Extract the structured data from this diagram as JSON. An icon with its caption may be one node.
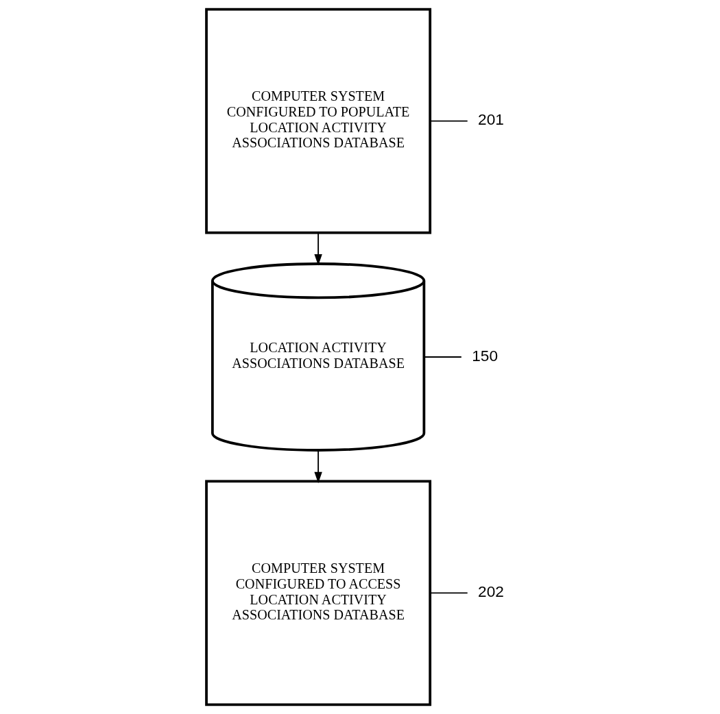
{
  "diagram": {
    "nodes": [
      {
        "text": [
          "COMPUTER SYSTEM CONFIGURED TO POPULATE LOCATION ACTIVITY ASSOCIATIONS DATABASE"
        ]
      },
      {
        "text": [
          "201"
        ]
      },
      {
        "text": [
          "LOCATION ACTIVITY ASSOCIATIONS DATABASE"
        ]
      },
      {
        "text": [
          "150"
        ]
      },
      {
        "text": [
          "COMPUTER SYSTEM CONFIGURED TO ACCESS LOCATION ACTIVITY ASSOCIATIONS DATABASE"
        ]
      },
      {
        "text": [
          "202"
        ]
      }
    ],
    "edges": [
      {
        "from": 0,
        "to": 2,
        "arrow": "to"
      },
      {
        "from": 2,
        "to": 4,
        "arrow": "to"
      },
      {
        "from": 1,
        "to": 0,
        "arrow": "none"
      },
      {
        "from": 3,
        "to": 2,
        "arrow": "none"
      },
      {
        "from": 5,
        "to": 4,
        "arrow": "none"
      }
    ]
  }
}
